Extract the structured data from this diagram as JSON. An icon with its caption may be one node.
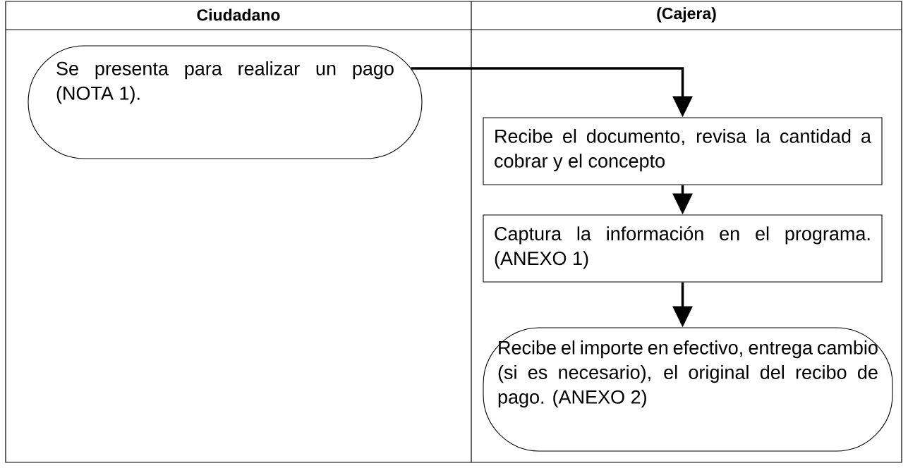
{
  "diagram": {
    "nodes": [
      {
        "text": [
          "Se presenta para realizar un pago (NOTA 1)."
        ]
      },
      {
        "text": [
          "Recibe el documento, revisa la cantidad a cobrar y el concepto"
        ]
      },
      {
        "text": [
          "Captura la información en el programa. (ANEXO 1)"
        ]
      },
      {
        "text": [
          "Recibe el importe en efectivo, entrega cambio (si es necesario), el original del recibo de pago. (ANEXO 2)"
        ]
      }
    ],
    "edges": [
      {
        "from": 0,
        "to": 1,
        "arrow": "to"
      },
      {
        "from": 1,
        "to": 2,
        "arrow": "to"
      },
      {
        "from": 2,
        "to": 3,
        "arrow": "to"
      }
    ],
    "labels": [
      "Ciudadano",
      "(Cajera)"
    ]
  }
}
